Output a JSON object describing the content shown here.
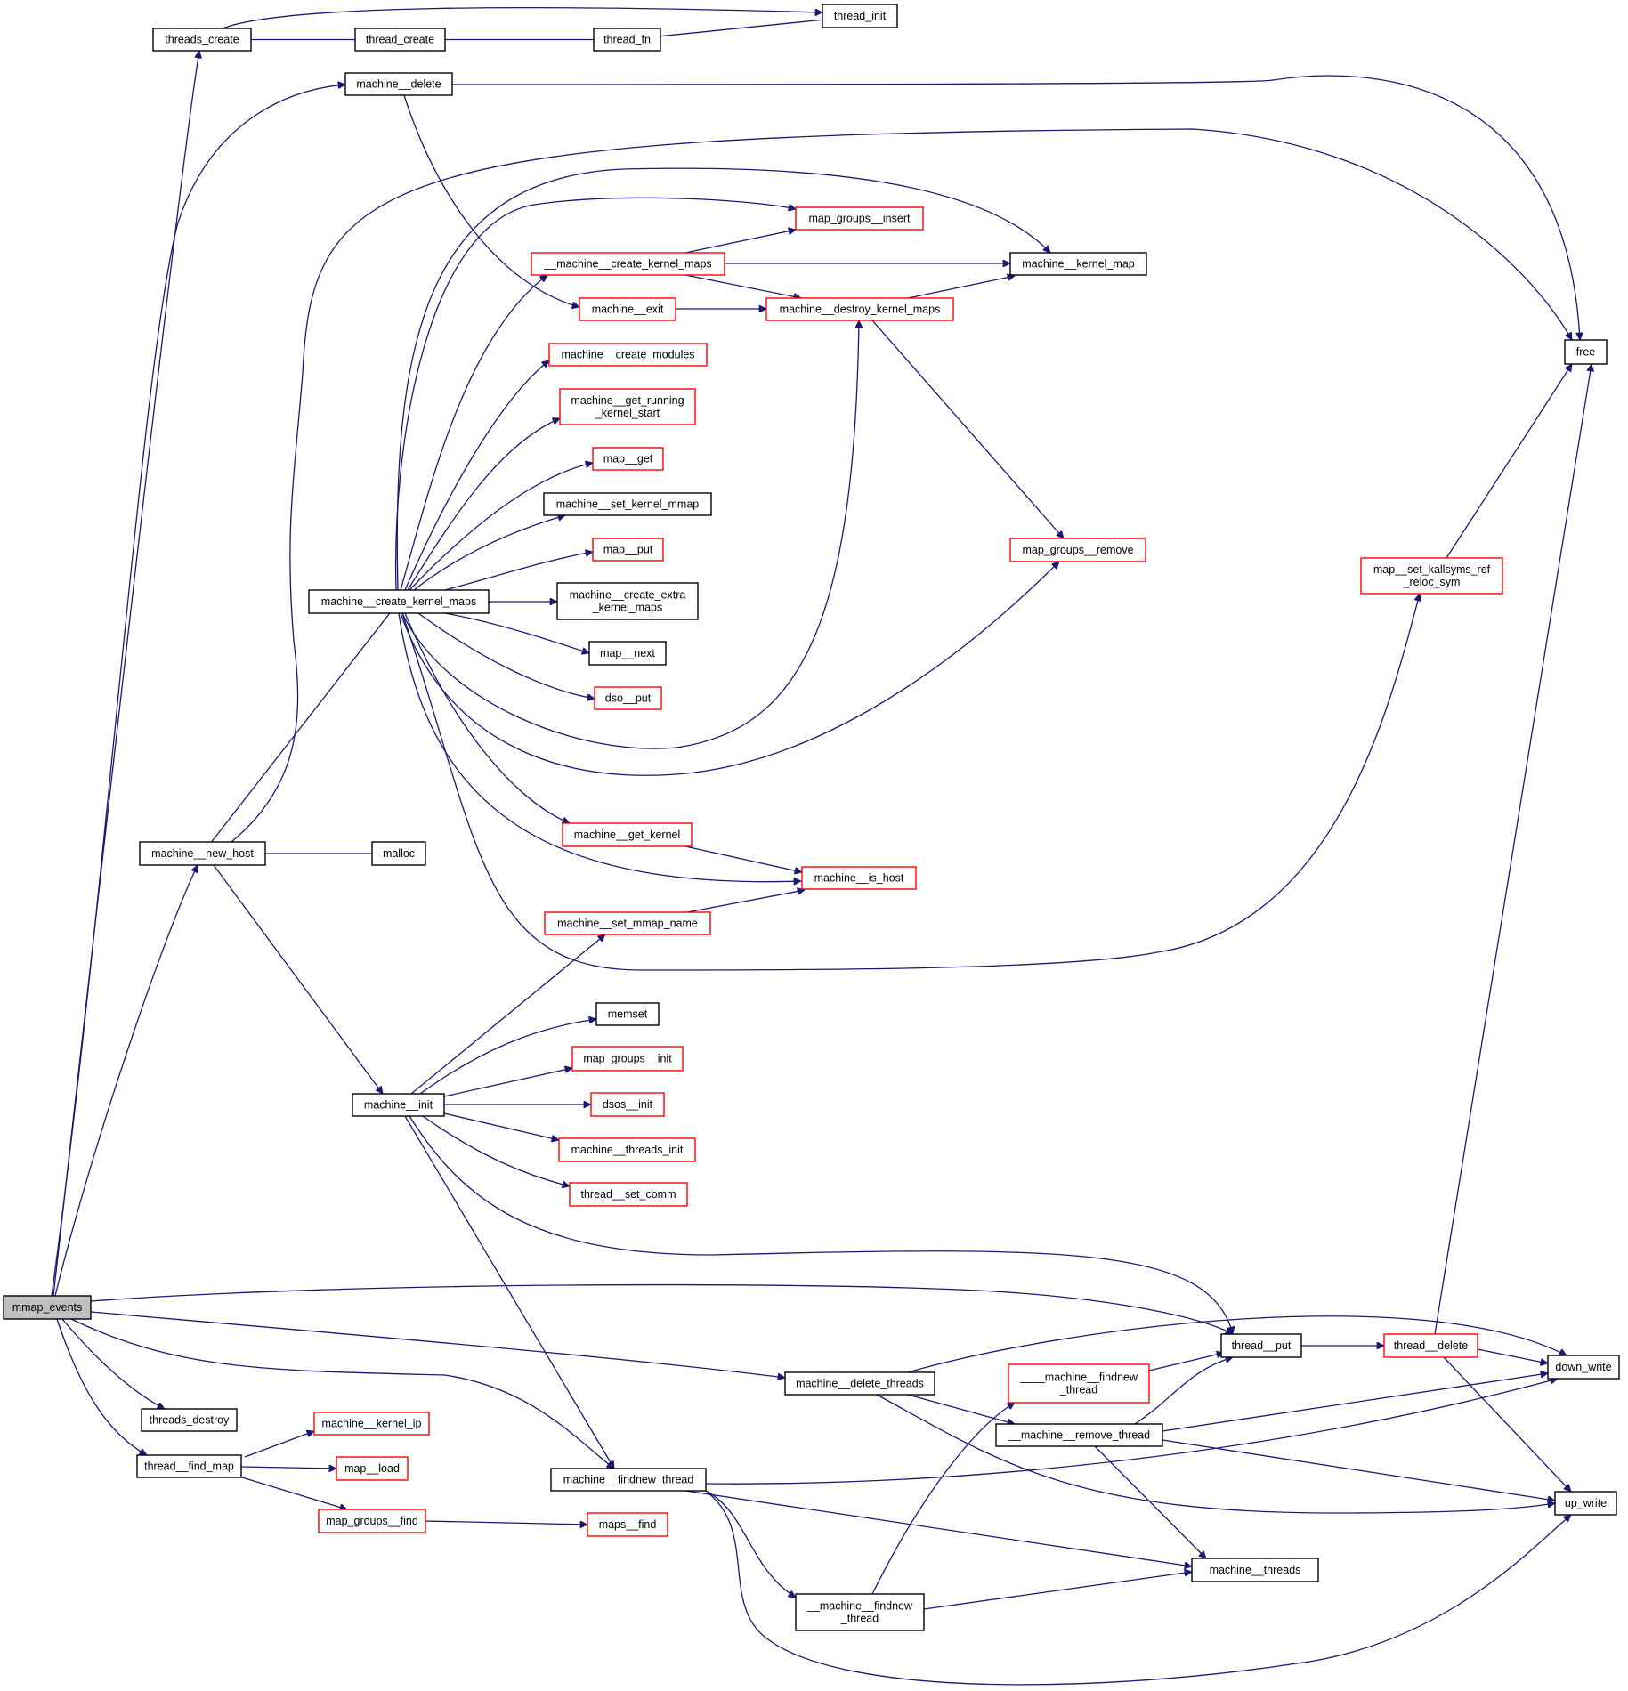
{
  "title": "Call graph for mmap_events",
  "colors": {
    "edge": "#191970",
    "node_border_default": "#000000",
    "node_border_external": "#ff0000",
    "node_fill_default": "#ffffff",
    "node_fill_root": "#bfbfbf"
  },
  "nodes": [
    {
      "id": "mmap_events",
      "lines": [
        "mmap_events"
      ],
      "style": "root"
    },
    {
      "id": "threads_create",
      "lines": [
        "threads_create"
      ],
      "style": "default"
    },
    {
      "id": "thread_create",
      "lines": [
        "thread_create"
      ],
      "style": "default"
    },
    {
      "id": "thread_fn",
      "lines": [
        "thread_fn"
      ],
      "style": "default"
    },
    {
      "id": "thread_init",
      "lines": [
        "thread_init"
      ],
      "style": "default"
    },
    {
      "id": "machine__delete",
      "lines": [
        "machine__delete"
      ],
      "style": "default"
    },
    {
      "id": "free",
      "lines": [
        "free"
      ],
      "style": "default"
    },
    {
      "id": "map_groups__insert",
      "lines": [
        "map_groups__insert"
      ],
      "style": "red"
    },
    {
      "id": "__machine__create_kernel_maps",
      "lines": [
        "__machine__create_kernel_maps"
      ],
      "style": "red"
    },
    {
      "id": "machine__kernel_map",
      "lines": [
        "machine__kernel_map"
      ],
      "style": "default"
    },
    {
      "id": "machine__exit",
      "lines": [
        "machine__exit"
      ],
      "style": "red"
    },
    {
      "id": "machine__destroy_kernel_maps",
      "lines": [
        "machine__destroy_kernel_maps"
      ],
      "style": "red"
    },
    {
      "id": "machine__create_modules",
      "lines": [
        "machine__create_modules"
      ],
      "style": "red"
    },
    {
      "id": "machine__get_running_kernel_start",
      "lines": [
        "machine__get_running",
        "_kernel_start"
      ],
      "style": "red"
    },
    {
      "id": "map__get",
      "lines": [
        "map__get"
      ],
      "style": "red"
    },
    {
      "id": "machine__set_kernel_mmap",
      "lines": [
        "machine__set_kernel_mmap"
      ],
      "style": "default"
    },
    {
      "id": "map__put",
      "lines": [
        "map__put"
      ],
      "style": "red"
    },
    {
      "id": "machine__create_kernel_maps",
      "lines": [
        "machine__create_kernel_maps"
      ],
      "style": "default"
    },
    {
      "id": "machine__create_extra_kernel_maps",
      "lines": [
        "machine__create_extra",
        "_kernel_maps"
      ],
      "style": "default"
    },
    {
      "id": "map__next",
      "lines": [
        "map__next"
      ],
      "style": "default"
    },
    {
      "id": "dso__put",
      "lines": [
        "dso__put"
      ],
      "style": "red"
    },
    {
      "id": "map_groups__remove",
      "lines": [
        "map_groups__remove"
      ],
      "style": "red"
    },
    {
      "id": "map__set_kallsyms_ref_reloc_sym",
      "lines": [
        "map__set_kallsyms_ref",
        "_reloc_sym"
      ],
      "style": "red"
    },
    {
      "id": "machine__get_kernel",
      "lines": [
        "machine__get_kernel"
      ],
      "style": "red"
    },
    {
      "id": "machine__is_host",
      "lines": [
        "machine__is_host"
      ],
      "style": "red"
    },
    {
      "id": "machine__new_host",
      "lines": [
        "machine__new_host"
      ],
      "style": "default"
    },
    {
      "id": "malloc",
      "lines": [
        "malloc"
      ],
      "style": "default"
    },
    {
      "id": "machine__set_mmap_name",
      "lines": [
        "machine__set_mmap_name"
      ],
      "style": "red"
    },
    {
      "id": "memset",
      "lines": [
        "memset"
      ],
      "style": "default"
    },
    {
      "id": "map_groups__init",
      "lines": [
        "map_groups__init"
      ],
      "style": "red"
    },
    {
      "id": "machine__init",
      "lines": [
        "machine__init"
      ],
      "style": "default"
    },
    {
      "id": "dsos__init",
      "lines": [
        "dsos__init"
      ],
      "style": "red"
    },
    {
      "id": "machine__threads_init",
      "lines": [
        "machine__threads_init"
      ],
      "style": "red"
    },
    {
      "id": "thread__set_comm",
      "lines": [
        "thread__set_comm"
      ],
      "style": "red"
    },
    {
      "id": "thread__put",
      "lines": [
        "thread__put"
      ],
      "style": "default"
    },
    {
      "id": "thread__delete",
      "lines": [
        "thread__delete"
      ],
      "style": "red"
    },
    {
      "id": "down_write",
      "lines": [
        "down_write"
      ],
      "style": "default"
    },
    {
      "id": "machine__delete_threads",
      "lines": [
        "machine__delete_threads"
      ],
      "style": "default"
    },
    {
      "id": "____machine__findnew_thread",
      "lines": [
        "____machine__findnew",
        "_thread"
      ],
      "style": "red"
    },
    {
      "id": "__machine__remove_thread",
      "lines": [
        "__machine__remove_thread"
      ],
      "style": "default"
    },
    {
      "id": "threads_destroy",
      "lines": [
        "threads_destroy"
      ],
      "style": "default"
    },
    {
      "id": "machine__kernel_ip",
      "lines": [
        "machine__kernel_ip"
      ],
      "style": "red"
    },
    {
      "id": "thread__find_map",
      "lines": [
        "thread__find_map"
      ],
      "style": "default"
    },
    {
      "id": "map__load",
      "lines": [
        "map__load"
      ],
      "style": "red"
    },
    {
      "id": "machine__findnew_thread",
      "lines": [
        "machine__findnew_thread"
      ],
      "style": "default"
    },
    {
      "id": "up_write",
      "lines": [
        "up_write"
      ],
      "style": "default"
    },
    {
      "id": "map_groups__find",
      "lines": [
        "map_groups__find"
      ],
      "style": "red"
    },
    {
      "id": "maps__find",
      "lines": [
        "maps__find"
      ],
      "style": "red"
    },
    {
      "id": "machine__threads",
      "lines": [
        "machine__threads"
      ],
      "style": "default"
    },
    {
      "id": "__machine__findnew_thread",
      "lines": [
        "__machine__findnew",
        "_thread"
      ],
      "style": "default"
    }
  ],
  "edges": [
    [
      "mmap_events",
      "threads_create"
    ],
    [
      "mmap_events",
      "machine__delete"
    ],
    [
      "mmap_events",
      "machine__new_host"
    ],
    [
      "mmap_events",
      "thread__put"
    ],
    [
      "mmap_events",
      "machine__delete_threads"
    ],
    [
      "mmap_events",
      "machine__findnew_thread"
    ],
    [
      "mmap_events",
      "threads_destroy"
    ],
    [
      "mmap_events",
      "thread__find_map"
    ],
    [
      "threads_create",
      "thread_create"
    ],
    [
      "threads_create",
      "thread_init"
    ],
    [
      "thread_create",
      "thread_fn"
    ],
    [
      "thread_fn",
      "thread_init"
    ],
    [
      "machine__delete",
      "free"
    ],
    [
      "machine__delete",
      "machine__exit"
    ],
    [
      "machine__new_host",
      "machine__create_kernel_maps"
    ],
    [
      "machine__new_host",
      "malloc"
    ],
    [
      "machine__new_host",
      "machine__init"
    ],
    [
      "machine__new_host",
      "free"
    ],
    [
      "machine__create_kernel_maps",
      "map_groups__insert"
    ],
    [
      "machine__create_kernel_maps",
      "__machine__create_kernel_maps"
    ],
    [
      "machine__create_kernel_maps",
      "machine__kernel_map"
    ],
    [
      "machine__create_kernel_maps",
      "machine__destroy_kernel_maps"
    ],
    [
      "machine__create_kernel_maps",
      "machine__create_modules"
    ],
    [
      "machine__create_kernel_maps",
      "machine__get_running_kernel_start"
    ],
    [
      "machine__create_kernel_maps",
      "map__get"
    ],
    [
      "machine__create_kernel_maps",
      "machine__set_kernel_mmap"
    ],
    [
      "machine__create_kernel_maps",
      "map__put"
    ],
    [
      "machine__create_kernel_maps",
      "machine__create_extra_kernel_maps"
    ],
    [
      "machine__create_kernel_maps",
      "map__next"
    ],
    [
      "machine__create_kernel_maps",
      "dso__put"
    ],
    [
      "machine__create_kernel_maps",
      "map_groups__remove"
    ],
    [
      "machine__create_kernel_maps",
      "machine__get_kernel"
    ],
    [
      "machine__create_kernel_maps",
      "machine__is_host"
    ],
    [
      "machine__create_kernel_maps",
      "map__set_kallsyms_ref_reloc_sym"
    ],
    [
      "__machine__create_kernel_maps",
      "map_groups__insert"
    ],
    [
      "__machine__create_kernel_maps",
      "machine__kernel_map"
    ],
    [
      "__machine__create_kernel_maps",
      "machine__destroy_kernel_maps"
    ],
    [
      "machine__exit",
      "machine__destroy_kernel_maps"
    ],
    [
      "machine__destroy_kernel_maps",
      "machine__kernel_map"
    ],
    [
      "machine__destroy_kernel_maps",
      "map_groups__remove"
    ],
    [
      "map__set_kallsyms_ref_reloc_sym",
      "free"
    ],
    [
      "machine__get_kernel",
      "machine__is_host"
    ],
    [
      "machine__set_mmap_name",
      "machine__is_host"
    ],
    [
      "machine__init",
      "machine__set_mmap_name"
    ],
    [
      "machine__init",
      "memset"
    ],
    [
      "machine__init",
      "map_groups__init"
    ],
    [
      "machine__init",
      "dsos__init"
    ],
    [
      "machine__init",
      "machine__threads_init"
    ],
    [
      "machine__init",
      "thread__set_comm"
    ],
    [
      "machine__init",
      "thread__put"
    ],
    [
      "machine__init",
      "machine__findnew_thread"
    ],
    [
      "thread__put",
      "thread__delete"
    ],
    [
      "thread__delete",
      "free"
    ],
    [
      "thread__delete",
      "down_write"
    ],
    [
      "thread__delete",
      "up_write"
    ],
    [
      "machine__delete_threads",
      "down_write"
    ],
    [
      "machine__delete_threads",
      "__machine__remove_thread"
    ],
    [
      "machine__delete_threads",
      "up_write"
    ],
    [
      "____machine__findnew_thread",
      "thread__put"
    ],
    [
      "__machine__remove_thread",
      "thread__put"
    ],
    [
      "__machine__remove_thread",
      "down_write"
    ],
    [
      "__machine__remove_thread",
      "up_write"
    ],
    [
      "__machine__remove_thread",
      "machine__threads"
    ],
    [
      "thread__find_map",
      "machine__kernel_ip"
    ],
    [
      "thread__find_map",
      "map__load"
    ],
    [
      "thread__find_map",
      "map_groups__find"
    ],
    [
      "map_groups__find",
      "maps__find"
    ],
    [
      "machine__findnew_thread",
      "down_write"
    ],
    [
      "machine__findnew_thread",
      "machine__threads"
    ],
    [
      "machine__findnew_thread",
      "__machine__findnew_thread"
    ],
    [
      "machine__findnew_thread",
      "up_write"
    ],
    [
      "__machine__findnew_thread",
      "____machine__findnew_thread"
    ],
    [
      "__machine__findnew_thread",
      "machine__threads"
    ]
  ]
}
